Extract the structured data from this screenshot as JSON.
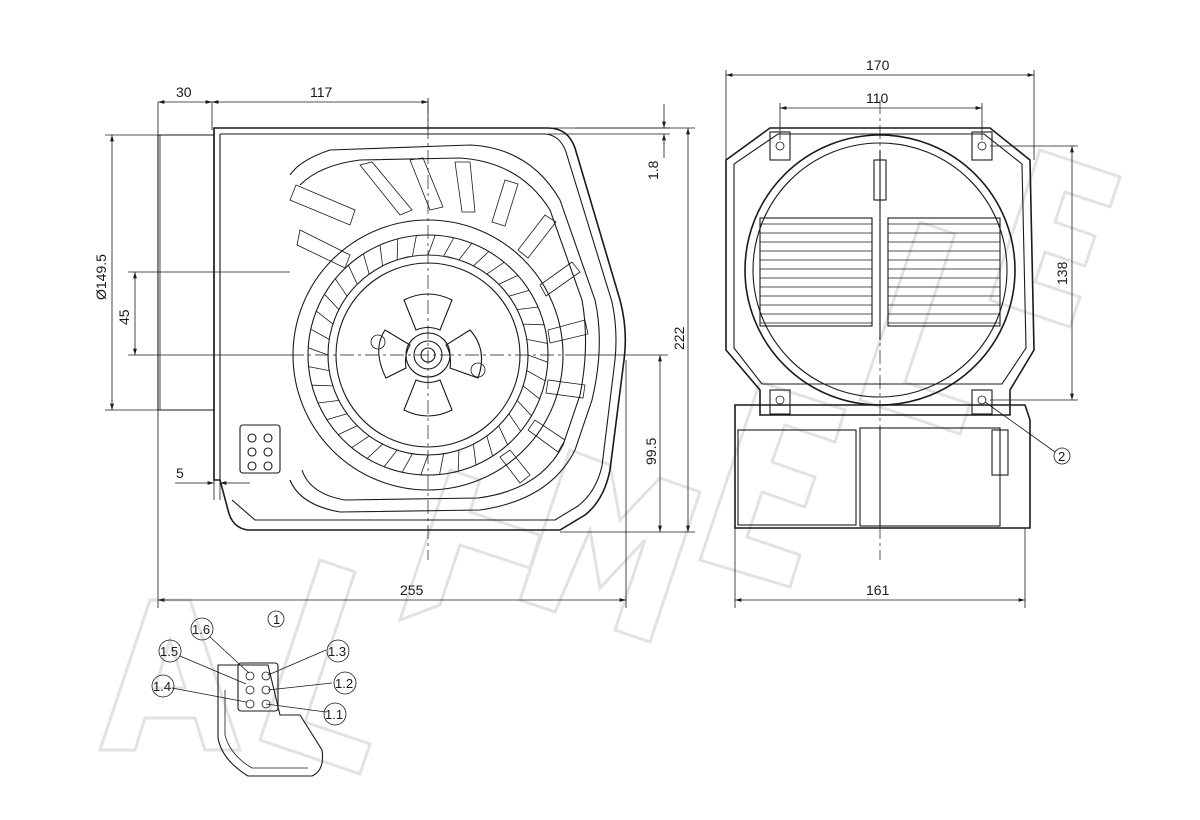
{
  "dimensions": {
    "d30": "30",
    "d117": "117",
    "d1_8": "1.8",
    "d149_5": "Ø149.5",
    "d45": "45",
    "d222": "222",
    "d99_5": "99.5",
    "d5": "5",
    "d255": "255",
    "d170": "170",
    "d110": "110",
    "d138": "138",
    "d161": "161"
  },
  "callouts": {
    "c2": "2",
    "c1": "1",
    "c1_1": "1.1",
    "c1_2": "1.2",
    "c1_3": "1.3",
    "c1_4": "1.4",
    "c1_5": "1.5",
    "c1_6": "1.6"
  },
  "colors": {
    "line": "#1a1a1a",
    "watermark": "#e2e2e2",
    "background": "#ffffff"
  }
}
